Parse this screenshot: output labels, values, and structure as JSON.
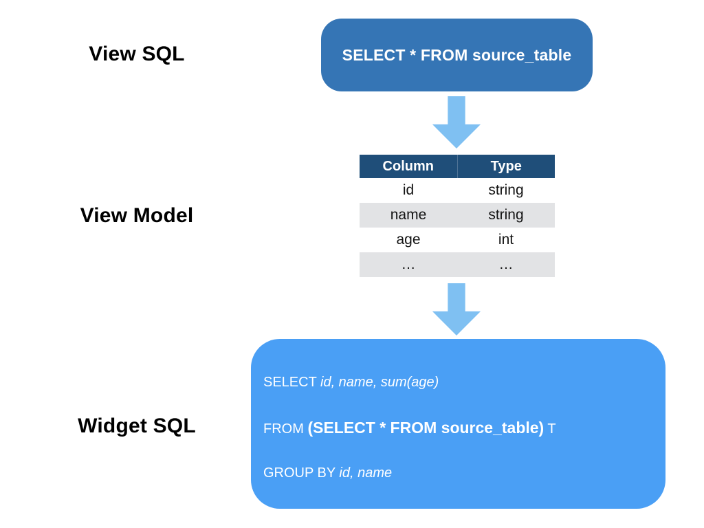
{
  "labels": {
    "view_sql": "View SQL",
    "view_model": "View Model",
    "widget_sql": "Widget SQL"
  },
  "view_sql_box": {
    "text": "SELECT * FROM source_table",
    "fill": "#3575B5",
    "text_color": "#FFFFFF"
  },
  "arrows": {
    "direction": "down",
    "color": "#7FC0F2"
  },
  "view_model_table": {
    "header_fill": "#1F4E79",
    "header_text_color": "#FFFFFF",
    "alt_row_fill": "#E2E3E5",
    "headers": [
      "Column",
      "Type"
    ],
    "rows": [
      [
        "id",
        "string"
      ],
      [
        "name",
        "string"
      ],
      [
        "age",
        "int"
      ],
      [
        "…",
        "…"
      ]
    ]
  },
  "widget_sql_box": {
    "fill": "#4A9FF5",
    "text_color": "#FFFFFF",
    "lines": [
      {
        "segments": [
          {
            "text": "SELECT ",
            "style": "regular"
          },
          {
            "text": "id, name, sum(age)",
            "style": "italic"
          }
        ]
      },
      {
        "segments": [
          {
            "text": "FROM ",
            "style": "regular"
          },
          {
            "text": "(SELECT * FROM source_table)",
            "style": "bold"
          },
          {
            "text": " T",
            "style": "regular"
          }
        ]
      },
      {
        "segments": [
          {
            "text": "GROUP BY ",
            "style": "regular"
          },
          {
            "text": "id, name",
            "style": "italic"
          }
        ]
      }
    ]
  }
}
